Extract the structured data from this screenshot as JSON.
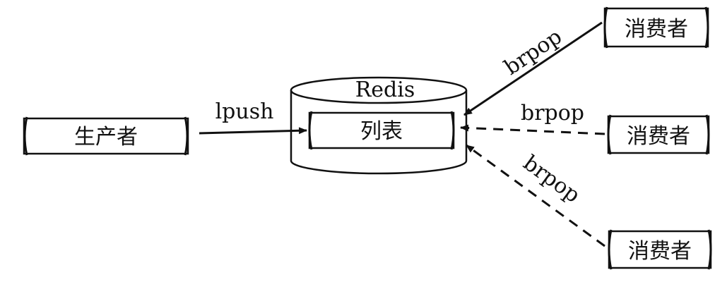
{
  "producer": {
    "label": "生产者"
  },
  "redis": {
    "label": "Redis",
    "list_label": "列表"
  },
  "consumers": [
    {
      "label": "消费者"
    },
    {
      "label": "消费者"
    },
    {
      "label": "消费者"
    }
  ],
  "edges": {
    "push": {
      "label": "lpush",
      "style": "solid"
    },
    "pop_top": {
      "label": "brpop",
      "style": "solid"
    },
    "pop_middle": {
      "label": "brpop",
      "style": "dashed"
    },
    "pop_bottom": {
      "label": "brpop",
      "style": "dashed"
    }
  }
}
